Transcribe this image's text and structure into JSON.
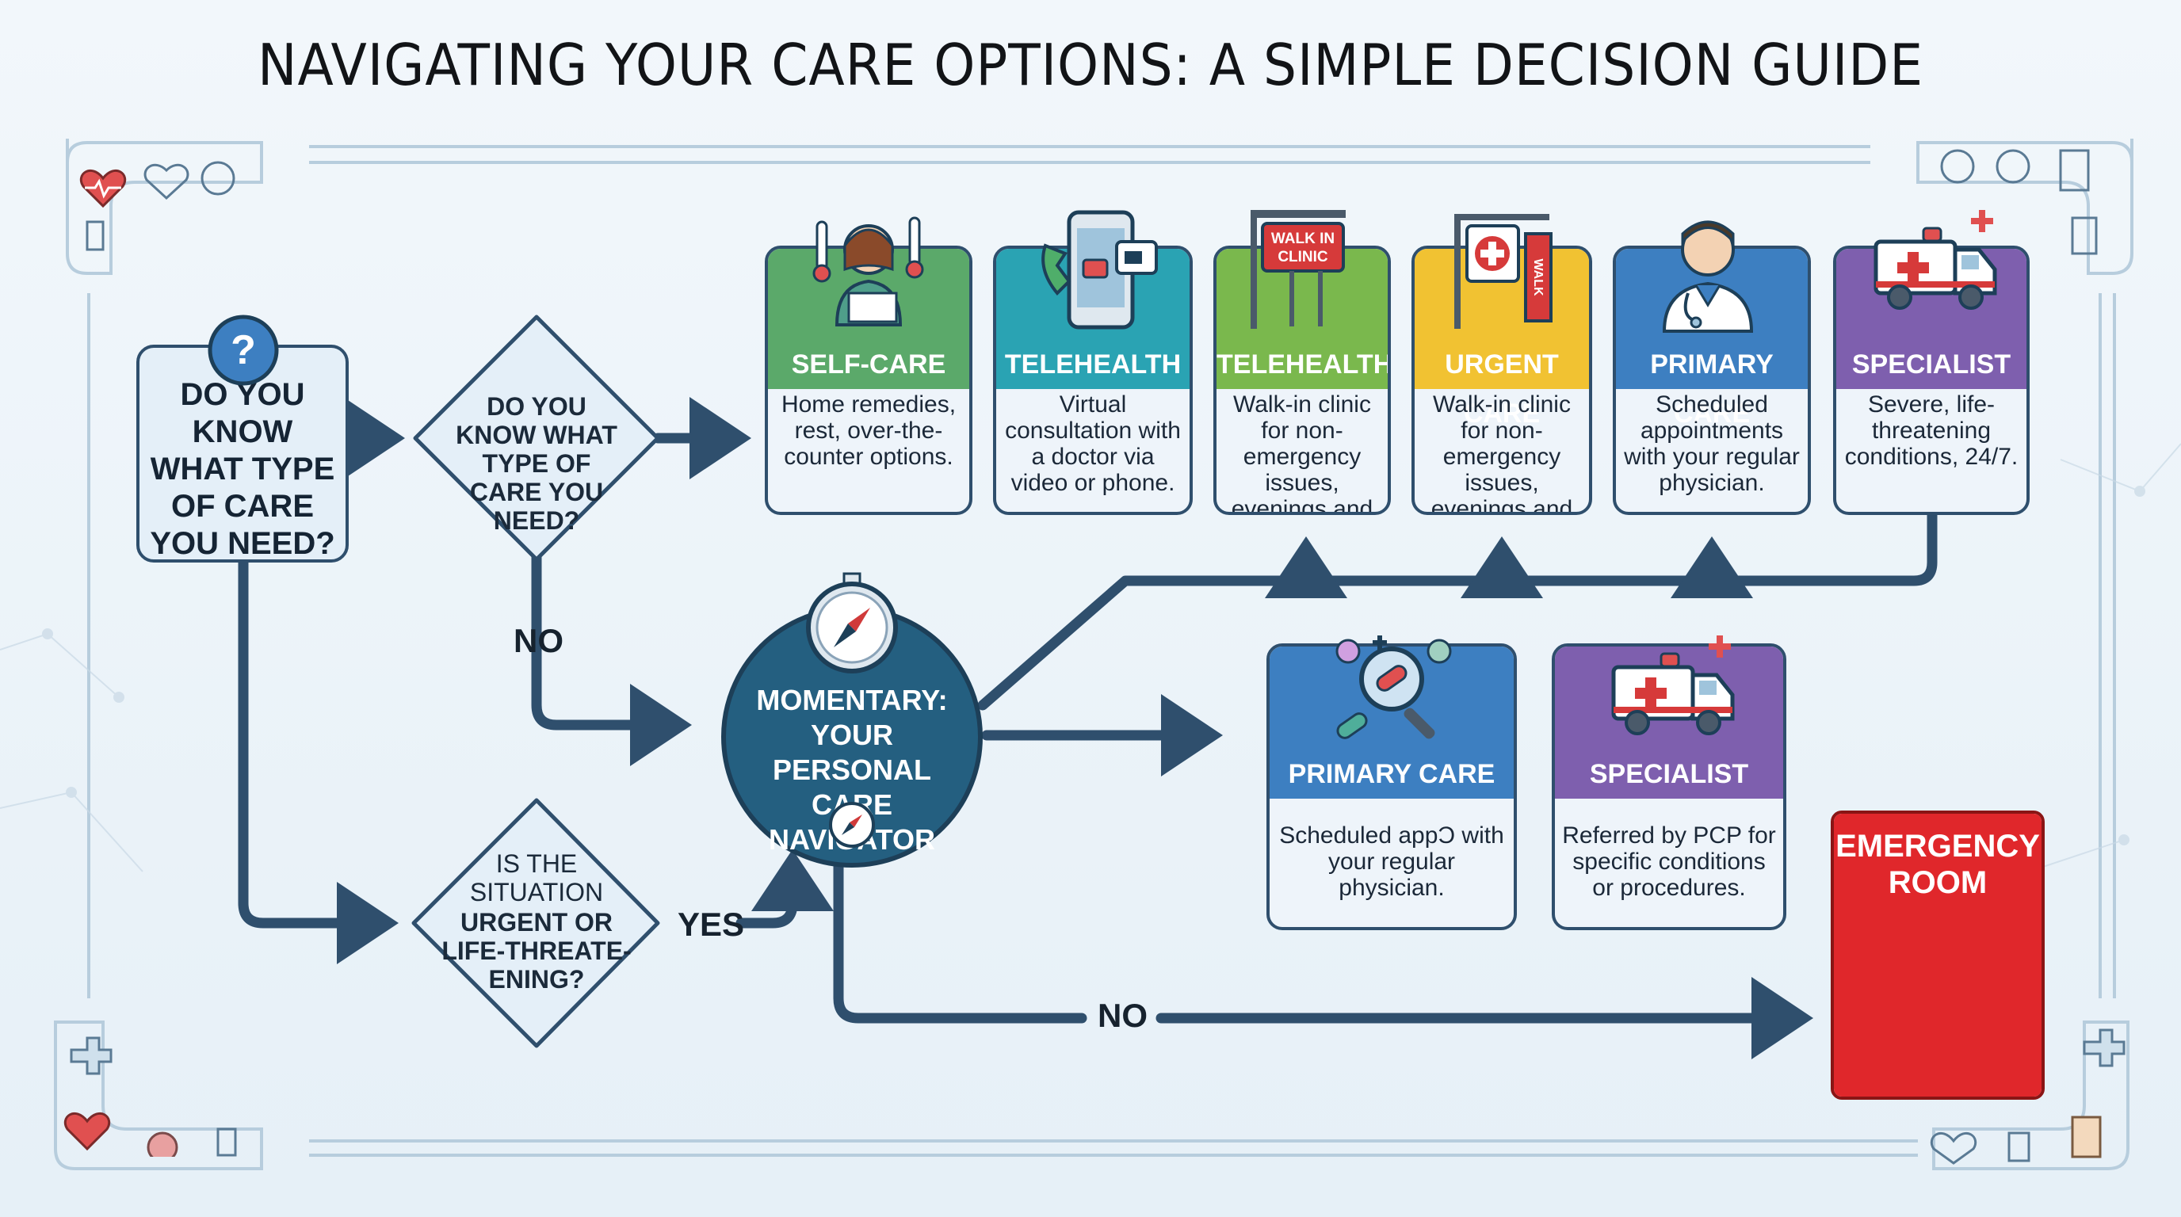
{
  "title": "NAVIGATING YOUR CARE OPTIONS: A SIMPLE DECISION GUIDE",
  "start_box": {
    "text": "DO YOU KNOW WHAT TYPE OF CARE YOU NEED?"
  },
  "decision_know": {
    "text": "DO YOU KNOW WHAT TYPE OF CARE YOU NEED?"
  },
  "decision_urgent": {
    "line1": "IS THE SITUATION",
    "line2": "URGENT OR LIFE-THREATE-ENING?"
  },
  "labels": {
    "no_top": "NO",
    "yes": "YES",
    "no_bottom": "NO"
  },
  "navigator": {
    "text": "MOMENTARY: YOUR PERSONAL CARE NAVIGATOR"
  },
  "top_cards": [
    {
      "title": "SELF-CARE",
      "desc": "Home remedies, rest, over-the-counter options.",
      "color": "#5ba96a",
      "icon": "person-reading-icon"
    },
    {
      "title": "TELEHEALTH",
      "desc": "Virtual consultation with a doctor via video or phone.",
      "color": "#2aa3b3",
      "icon": "phone-video-icon"
    },
    {
      "title": "TELEHEALTH",
      "desc": "Walk-in clinic for non-emergency issues, evenings and weekends.",
      "color": "#7ab84d",
      "icon": "walk-in-sign-icon",
      "sign": "WALK IN CLINIC"
    },
    {
      "title": "URGENT CARE",
      "desc": "Walk-in clinic for non-emergency issues, evenings and weekends.",
      "color": "#f1c232",
      "icon": "urgent-care-sign-icon",
      "sign": "WALK"
    },
    {
      "title": "PRIMARY CARE",
      "desc": "Scheduled appointments with your regular physician.",
      "color": "#3d7fc1",
      "icon": "doctor-icon"
    },
    {
      "title": "SPECIALIST",
      "desc": "Severe, life-threatening conditions, 24/7.",
      "color": "#7e5fae",
      "icon": "ambulance-icon"
    }
  ],
  "mid_cards": [
    {
      "title": "PRIMARY CARE",
      "desc": "Scheduled appƆ with your regular physician.",
      "color": "#3d7fc1",
      "icon": "magnifier-pills-icon"
    },
    {
      "title": "SPECIALIST",
      "desc": "Referred by PCP for specific conditions or procedures.",
      "color": "#7e5fae",
      "icon": "ambulance-icon"
    }
  ],
  "emergency": {
    "title": "EMERGENCY ROOM",
    "color": "#e0272b"
  },
  "colors": {
    "line": "#2f4f6d",
    "box_fill": "#e4eff8",
    "navigator": "#245f80"
  }
}
